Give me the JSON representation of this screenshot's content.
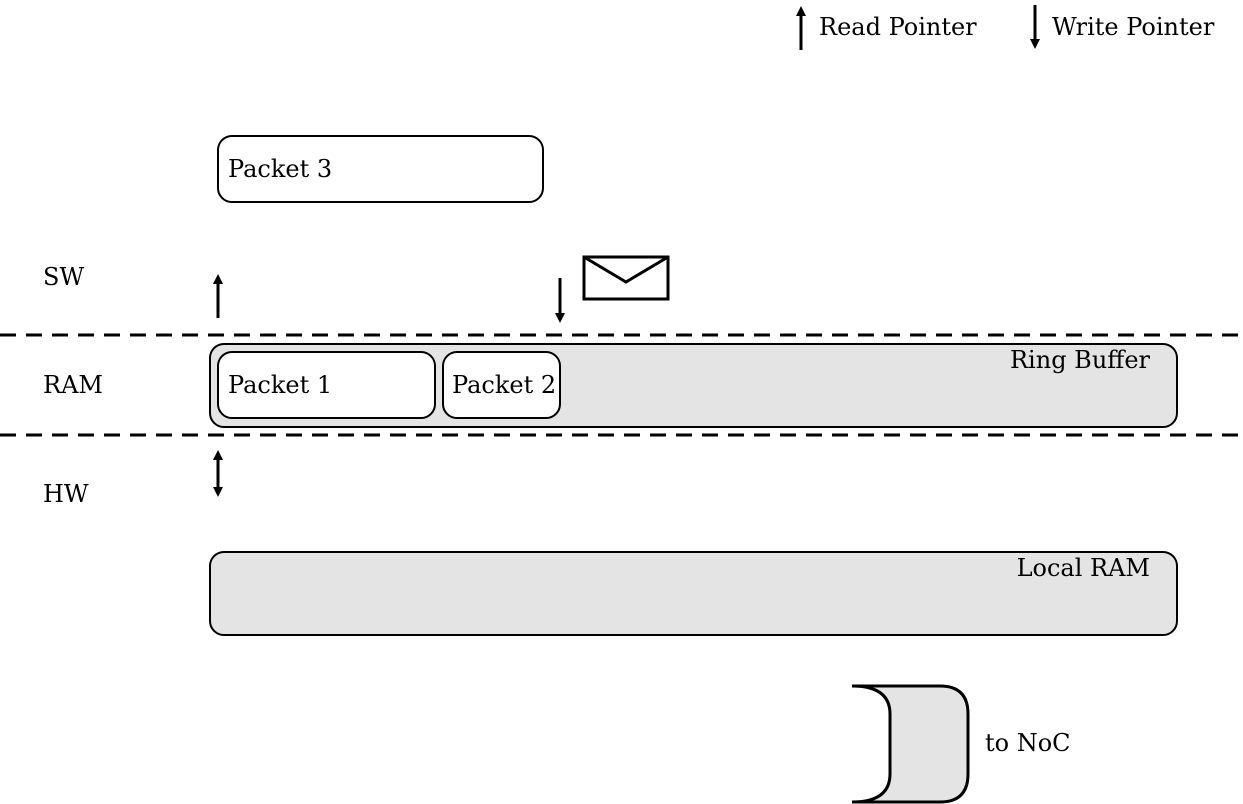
{
  "legend": {
    "read_pointer": "Read Pointer",
    "write_pointer": "Write Pointer"
  },
  "layers": {
    "sw": "SW",
    "ram": "RAM",
    "hw": "HW"
  },
  "packets": {
    "packet_1": "Packet 1",
    "packet_2": "Packet 2",
    "packet_3": "Packet 3"
  },
  "regions": {
    "ring_buffer": "Ring Buffer",
    "local_ram": "Local RAM"
  },
  "noc": {
    "label": "to NoC"
  },
  "icons": {
    "message": "envelope-icon",
    "read": "up-arrow-icon",
    "write": "down-arrow-icon",
    "transfer": "double-arrow-icon"
  },
  "colors": {
    "region_fill": "#e4e4e4",
    "stroke": "#000000"
  }
}
